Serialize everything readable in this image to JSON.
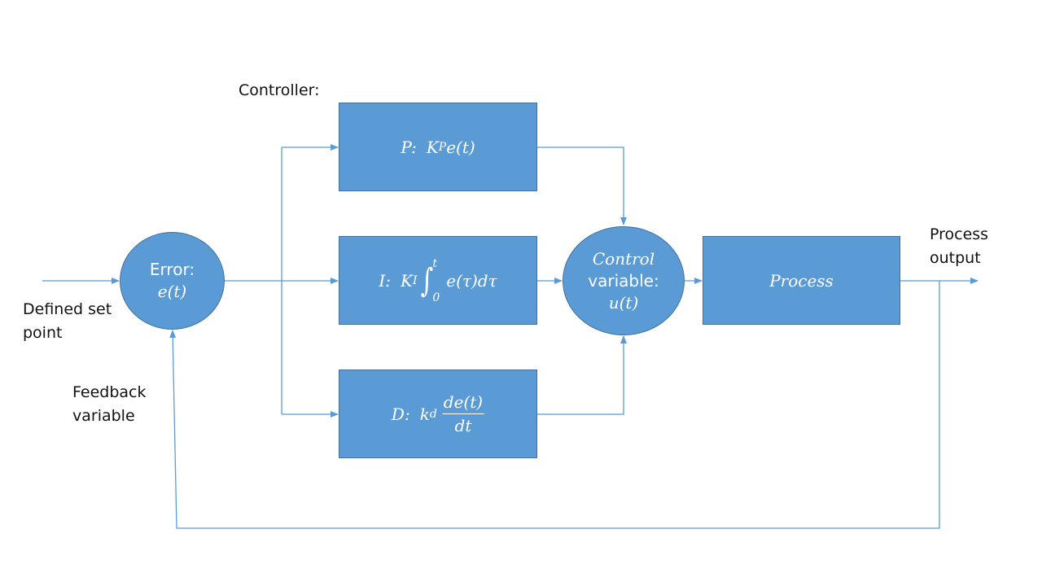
{
  "labels": {
    "controller": "Controller:",
    "set_point_line1": "Defined set",
    "set_point_line2": "point",
    "feedback_line1": "Feedback",
    "feedback_line2": "variable",
    "process_output_line1": "Process",
    "process_output_line2": "output"
  },
  "error_node": {
    "label": "Error:",
    "expr": "e(t)"
  },
  "p_block": {
    "name": "P:",
    "gain": "K",
    "gain_sub": "P",
    "expr": "e(t)"
  },
  "i_block": {
    "name": "I:",
    "gain": "K",
    "gain_sub": "I",
    "upper_limit": "t",
    "lower_limit": "0",
    "integrand": "e(τ)dτ"
  },
  "d_block": {
    "name": "D:",
    "gain": "k",
    "gain_sub": "d",
    "numerator": "de(t)",
    "denominator": "dt"
  },
  "control_node": {
    "line1": "Control",
    "line2": "variable:",
    "line3": "u(t)"
  },
  "process_block": {
    "label": "Process"
  },
  "colors": {
    "block_fill": "#5b9bd5",
    "block_border": "#41719c",
    "connector": "#5b9bd5",
    "block_text": "#ffffff"
  }
}
